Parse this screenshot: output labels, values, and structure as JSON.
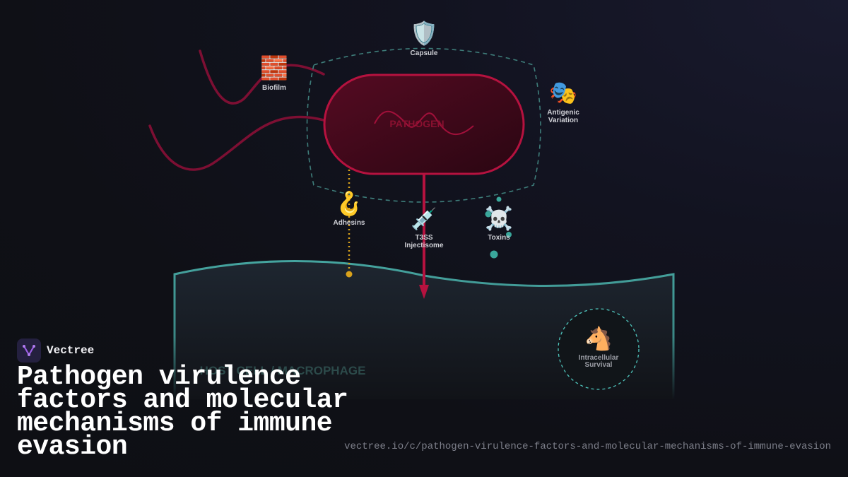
{
  "diagram": {
    "pathogen_label": "PATHOGEN",
    "host_label": "HOST CELL / MACROPHAGE",
    "factors": {
      "capsule": {
        "icon": "🛡️",
        "line1": "Capsule",
        "line2": ""
      },
      "biofilm": {
        "icon": "🧱",
        "line1": "Biofilm",
        "line2": ""
      },
      "antigenic_variation": {
        "icon": "🎭",
        "line1": "Antigenic",
        "line2": "Variation"
      },
      "adhesins": {
        "icon": "🪝",
        "line1": "Adhesins",
        "line2": ""
      },
      "t3ss": {
        "icon": "💉",
        "line1": "T3SS",
        "line2": "Injectisome"
      },
      "toxins": {
        "icon": "☠️",
        "line1": "Toxins",
        "line2": ""
      },
      "intracellular_survival": {
        "icon": "🐴",
        "line1": "Intracellular",
        "line2": "Survival"
      }
    },
    "colors": {
      "pathogen": "#b5123f",
      "host_outline": "#45a49f",
      "adhesin_dots": "#d9a21b",
      "toxin_dots": "#3aa79b"
    }
  },
  "brand": {
    "name": "Vectree",
    "logo_icon": "vectree-logo"
  },
  "title": "Pathogen virulence factors and molecular mechanisms of immune evasion",
  "url": "vectree.io/c/pathogen-virulence-factors-and-molecular-mechanisms-of-immune-evasion"
}
